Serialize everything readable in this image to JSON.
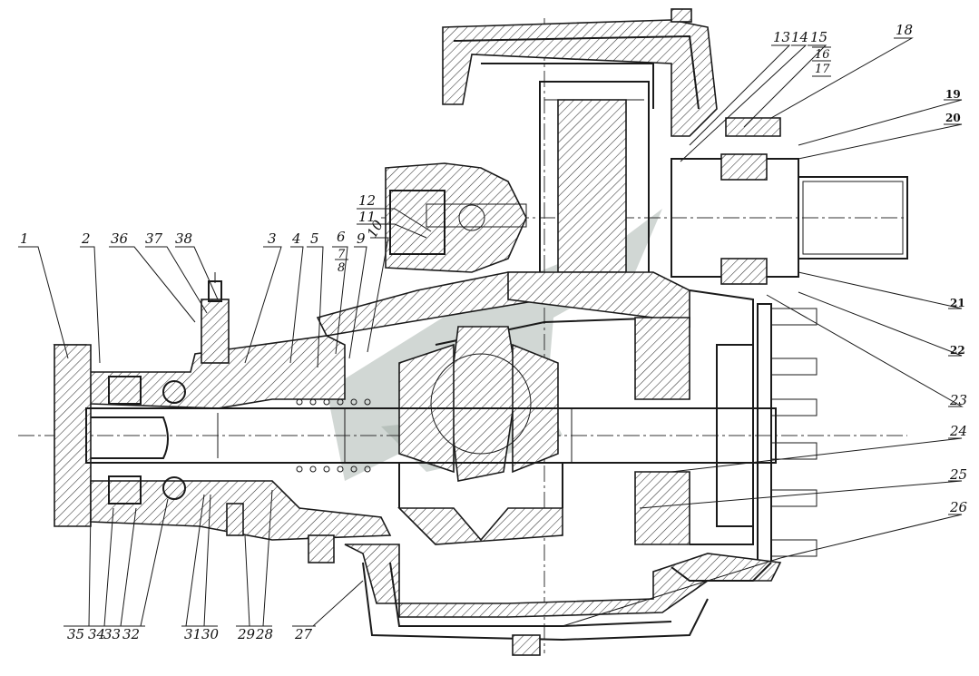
{
  "figure": {
    "callouts": {
      "c1": "1",
      "c2": "2",
      "c3": "3",
      "c4": "4",
      "c5": "5",
      "c6": "6",
      "c7": "7",
      "c8": "8",
      "c9": "9",
      "c10": "10",
      "c11": "11",
      "c12": "12",
      "c13": "13",
      "c14": "14",
      "c15": "15",
      "c16": "16",
      "c17": "17",
      "c18": "18",
      "c19": "19",
      "c20": "20",
      "c21": "21",
      "c22": "22",
      "c23": "23",
      "c24": "24",
      "c25": "25",
      "c26": "26",
      "c27": "27",
      "c28": "28",
      "c29": "29",
      "c30": "30",
      "c31": "31",
      "c32": "32",
      "c33": "33",
      "c34": "34",
      "c35": "35",
      "c36": "36",
      "c37": "37",
      "c38": "38"
    }
  }
}
